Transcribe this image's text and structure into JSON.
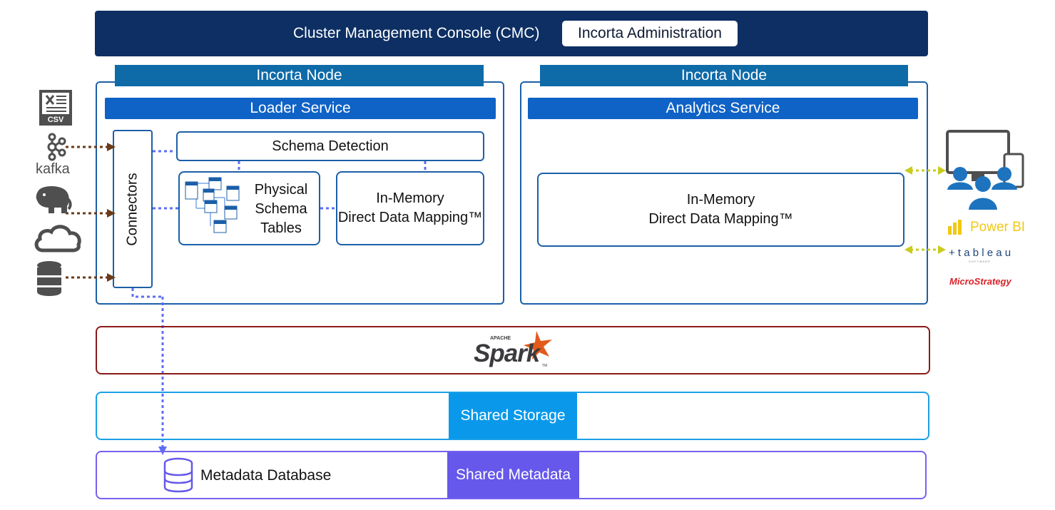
{
  "cmc": {
    "title": "Cluster Management Console (CMC)",
    "admin_button": "Incorta Administration"
  },
  "left_node": {
    "header": "Incorta Node",
    "service": "Loader Service",
    "connectors": "Connectors",
    "schema_detection": "Schema Detection",
    "physical_schema_tables": [
      "Physical",
      "Schema",
      "Tables"
    ],
    "in_memory": [
      "In-Memory",
      "Direct Data Mapping™"
    ]
  },
  "right_node": {
    "header": "Incorta Node",
    "service": "Analytics Service",
    "in_memory": [
      "In-Memory",
      "Direct Data Mapping™"
    ]
  },
  "sources": {
    "csv_label": "CSV",
    "kafka_label": "kafka"
  },
  "bi_tools": {
    "powerbi": "Power BI",
    "tableau": "+ t a b l e a u",
    "tableau_sub": "S O F T W A R E",
    "microstrategy": "MicroStrategy"
  },
  "spark": {
    "apache": "APACHE",
    "name": "Spark",
    "tm": "TM"
  },
  "storage": {
    "label": "Shared Storage"
  },
  "metadata": {
    "database_label": "Metadata Database",
    "shared_label": "Shared Metadata"
  },
  "colors": {
    "cmc": "#0d2f63",
    "node_header": "#0f6aa8",
    "service_bar": "#0f62c6",
    "spark_border": "#8b1a1a",
    "storage": "#0a99ea",
    "metadata": "#6558ea",
    "arrow_source": "#6b3a1a",
    "arrow_bi": "#c9cc1e",
    "connector_dots": "#5d6ef5"
  }
}
